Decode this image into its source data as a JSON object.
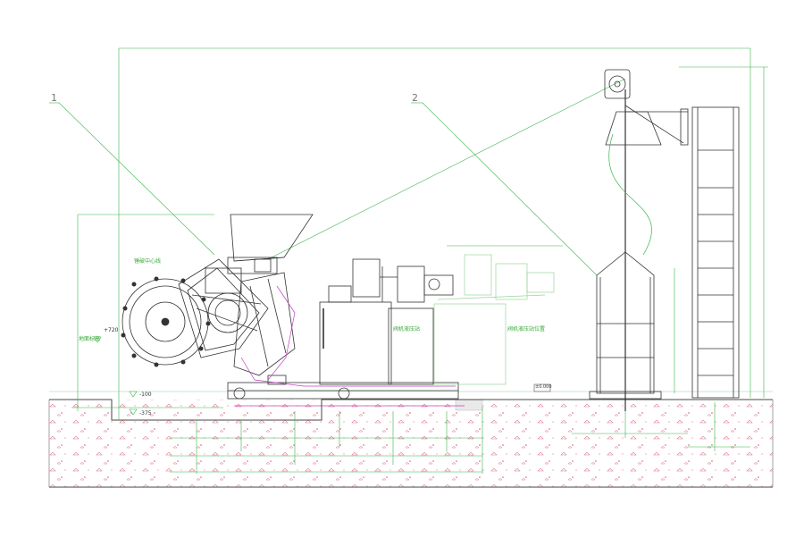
{
  "drawing": {
    "callout_1": "1",
    "callout_2": "2",
    "label_crusher_center": "锤破中心线",
    "label_station_1": "阀机液压站",
    "label_station_2": "阀机液压站位置",
    "elev_plus": "+720",
    "elev_minus_100": "-100",
    "elev_minus_375": "-375",
    "elev_zero": "±0.000",
    "ground_tag": "地面标高"
  },
  "colors": {
    "line": "#3a3a3a",
    "dimension": "#39b54a",
    "alt": "#c040c0",
    "hatch": "#d94b6b"
  }
}
